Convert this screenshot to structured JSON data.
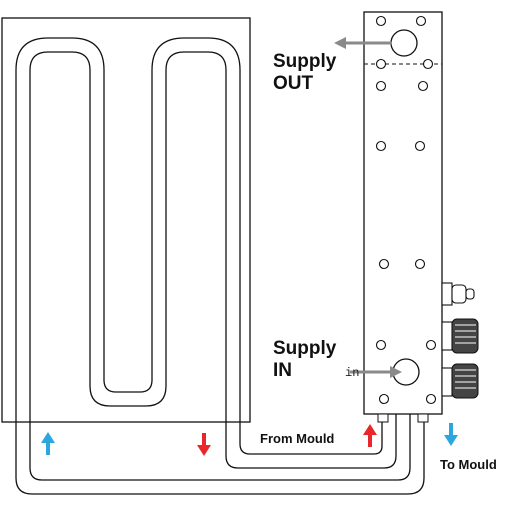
{
  "labels": {
    "supply_out_line1": "Supply",
    "supply_out_line2": "OUT",
    "supply_in_line1": "Supply",
    "supply_in_line2": "IN",
    "supply_in_tag": "in",
    "from_mould": "From Mould",
    "to_mould": "To Mould"
  },
  "colors": {
    "line": "#111111",
    "arrow_red": "#e8262b",
    "arrow_blue": "#2aa7df",
    "pointer_grey": "#8a8a8a",
    "port_fill": "#444444"
  },
  "icons": [
    "arrow-up-icon",
    "arrow-down-icon",
    "pointer-arrow-icon"
  ]
}
